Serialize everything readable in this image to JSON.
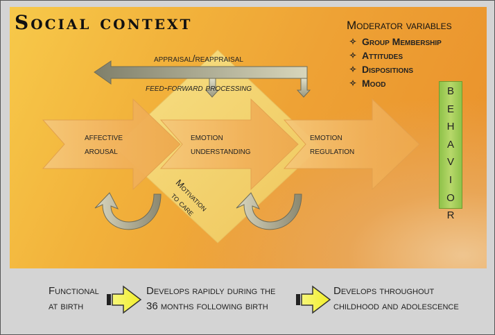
{
  "title": "Social context",
  "moderator": {
    "title": "Moderator variables",
    "items": [
      {
        "label": "Group Membership",
        "icon": "four-point-star-icon"
      },
      {
        "label": "Attitudes",
        "icon": "four-point-star-icon"
      },
      {
        "label": "Dispositions",
        "icon": "four-point-star-icon"
      },
      {
        "label": "Mood",
        "icon": "four-point-star-icon"
      }
    ]
  },
  "feedback": {
    "appraisal": "appraisal/reappraisal",
    "feedforward": "feed-forward processing"
  },
  "stages": [
    {
      "line1": "affective",
      "line2": "arousal"
    },
    {
      "line1": "emotion",
      "line2": "understanding"
    },
    {
      "line1": "emotion",
      "line2": "regulation"
    }
  ],
  "motivation": {
    "line1": "Motivation",
    "line2": "to care"
  },
  "behavior": {
    "letters": [
      "B",
      "E",
      "H",
      "A",
      "V",
      "I",
      "O",
      "R"
    ]
  },
  "timeline": [
    {
      "line1": "Functional",
      "line2": "at birth"
    },
    {
      "line1": "Develops rapidly during the",
      "line2": "36 months following birth"
    },
    {
      "line1": "Develops throughout",
      "line2": "childhood and adolescence"
    }
  ],
  "colors": {
    "panel": "#f2b23b",
    "arrow": "#f1b45a",
    "diamond": "#f5d77a",
    "behavior": "#9ccb4f",
    "timeline_arrow": "#f4f43a"
  }
}
